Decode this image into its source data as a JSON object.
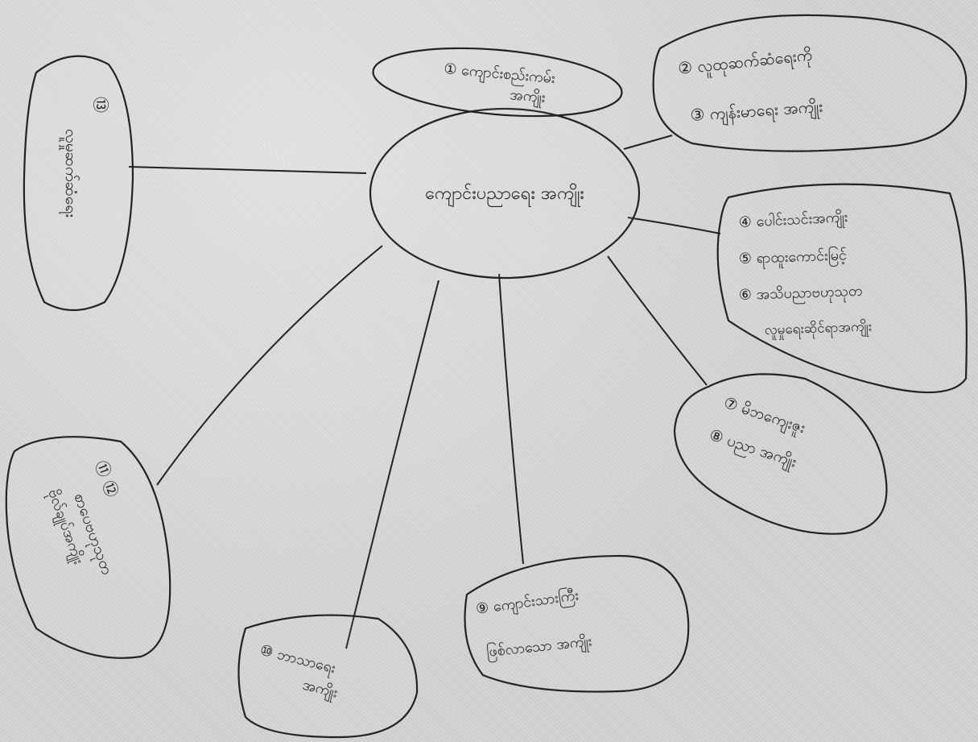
{
  "center": {
    "label": "ကျောင်းပညာရေး အကျိုး"
  },
  "bubbles": {
    "top": {
      "line1": "① ကျောင်းစည်းကမ်း",
      "line2": "အကျိုး"
    },
    "top_right": {
      "line1": "② လူထုဆက်ဆံရေးကို",
      "line2": "③ ကျန်းမာရေး အကျိုး"
    },
    "right": {
      "line1": "④ ပေါင်းသင်းအကျိုး",
      "line2": "⑤ ရာထူးကောင်းမြင့်",
      "line3": "⑥ အသိပညာဗဟုသုတ",
      "line4": "လူမှုရေးဆိုင်ရာအကျိုး"
    },
    "lower_right": {
      "line1": "⑦ မိဘကျေးဇူး",
      "line2": "⑧ ပညာ အကျိုး"
    },
    "bottom_center": {
      "line1": "⑨ ကျောင်းသားကြီး",
      "line2": "ဖြစ်လာသော အကျိုး"
    },
    "bottom": {
      "line1": "⑩ ဘာသာရေး",
      "line2": "အကျိုး"
    },
    "left_lower": {
      "line1": "⑪ ⑫",
      "line2": "စာပေဗဟုသုတ",
      "line3": "ဗိုလ်ချုပ်အကျိုး"
    },
    "left_upper": {
      "line1": "⑬",
      "line2": "လူမှုဆက်ဆံရေး"
    }
  }
}
